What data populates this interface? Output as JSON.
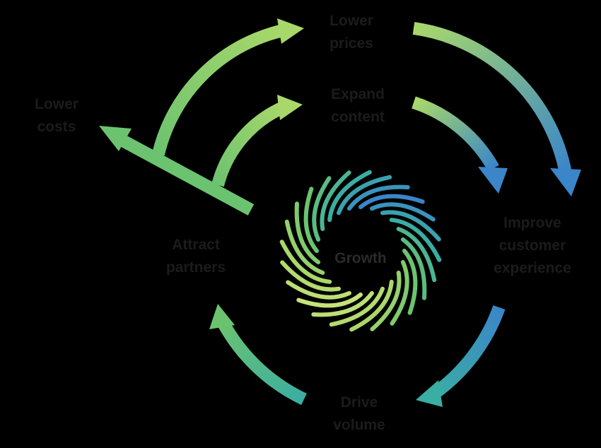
{
  "diagram": {
    "center_label": "Growth",
    "nodes": {
      "lower_prices": [
        "Lower",
        "prices"
      ],
      "expand_content": [
        "Expand",
        "content"
      ],
      "improve_cx": [
        "Improve",
        "customer",
        "experience"
      ],
      "drive_volume": [
        "Drive",
        "volume"
      ],
      "attract_partners": [
        "Attract",
        "partners"
      ],
      "lower_costs": [
        "Lower",
        "costs"
      ]
    }
  },
  "colors": {
    "light_green": "#a9d86a",
    "green": "#6cc36f",
    "teal": "#3aaea3",
    "blue": "#3a86c8",
    "background": "#000000",
    "text": "#1b1b1b"
  }
}
